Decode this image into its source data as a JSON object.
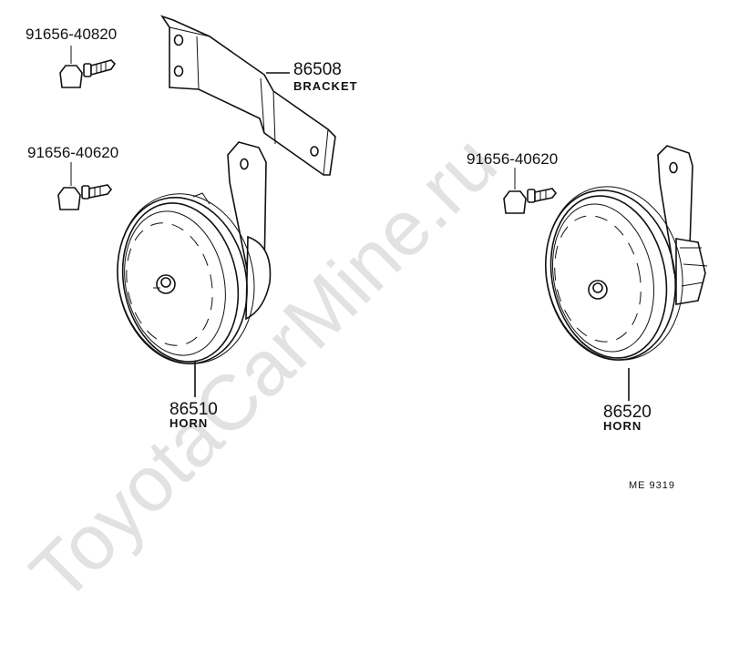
{
  "watermark": "ToyotaCarMine.ru",
  "parts": {
    "bolt_a": {
      "number": "91656-40820"
    },
    "bolt_b": {
      "number": "91656-40620"
    },
    "bolt_c": {
      "number": "91656-40620"
    },
    "bracket": {
      "number": "86508",
      "name": "BRACKET"
    },
    "horn_left": {
      "number": "86510",
      "name": "HORN"
    },
    "horn_right": {
      "number": "86520",
      "name": "HORN"
    }
  },
  "diagram_code": "ME 9319"
}
